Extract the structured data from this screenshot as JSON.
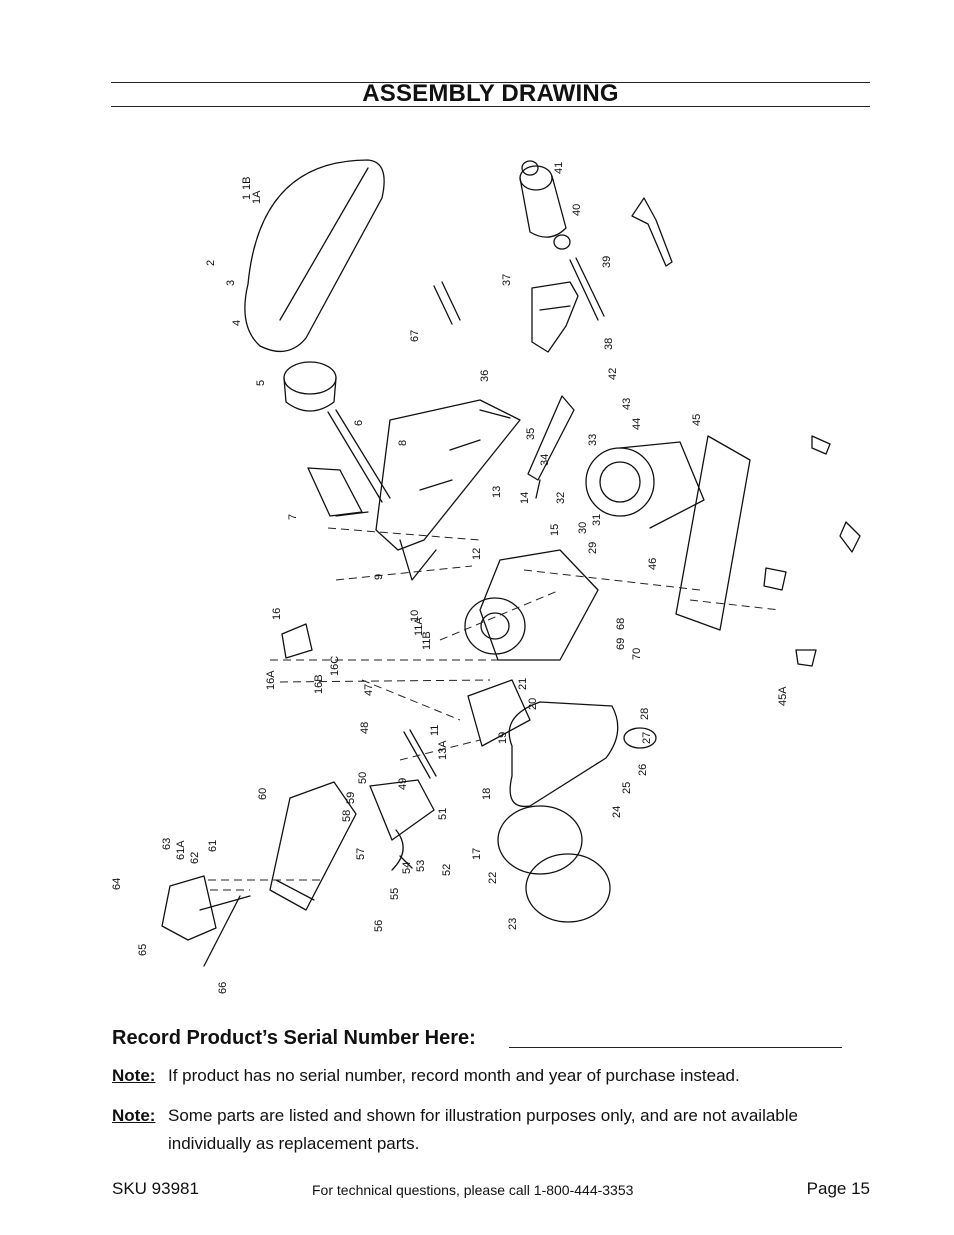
{
  "header": {
    "title": "ASSEMBLY DRAWING"
  },
  "drawing": {
    "part_numbers": [
      "1",
      "1A",
      "1B",
      "2",
      "3",
      "4",
      "5",
      "6",
      "7",
      "8",
      "9",
      "10",
      "11",
      "11A",
      "11B",
      "12",
      "13",
      "13A",
      "14",
      "15",
      "16",
      "16A",
      "16B",
      "16C",
      "17",
      "18",
      "19",
      "20",
      "21",
      "22",
      "23",
      "24",
      "25",
      "26",
      "27",
      "28",
      "29",
      "30",
      "31",
      "32",
      "33",
      "34",
      "35",
      "36",
      "37",
      "38",
      "39",
      "40",
      "41",
      "42",
      "43",
      "44",
      "45",
      "45A",
      "46",
      "47",
      "48",
      "49",
      "50",
      "51",
      "52",
      "53",
      "54",
      "55",
      "56",
      "57",
      "58",
      "59",
      "60",
      "61",
      "61A",
      "62",
      "63",
      "64",
      "65",
      "66",
      "67",
      "68",
      "69",
      "70"
    ]
  },
  "serial": {
    "label": "Record Product’s Serial Number Here:"
  },
  "notes": [
    {
      "label": "Note:",
      "text": "If product has no serial number, record month and year of purchase instead."
    },
    {
      "label": "Note:",
      "text": "Some parts are listed and shown for illustration purposes only, and are not available individually as replacement parts."
    }
  ],
  "footer": {
    "sku": "SKU 93981",
    "tech": "For technical questions, please call 1-800-444-3353",
    "page": "Page 15"
  }
}
